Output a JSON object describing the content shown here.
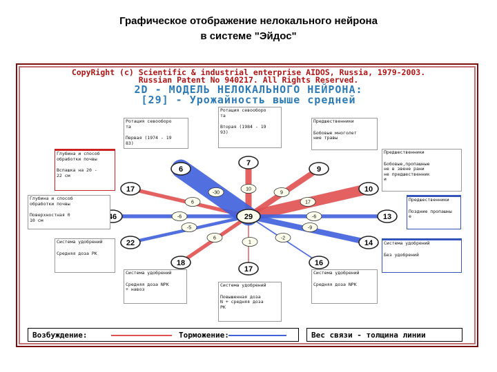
{
  "title_line1": "Графическое отображение нелокального нейрона",
  "title_line2": "в системе \"Эйдос\"",
  "header": {
    "copyright": "CopyRight (c) Scientific & industrial enterprise AIDOS, Russia, 1979-2003.",
    "patent": "Russian Patent No 940217. All Rights Reserved.",
    "model_title": "2D - МОДЕЛЬ НЕЛОКАЛЬНОГО НЕЙРОНА:",
    "neuron_name": "[29] - Урожайность выше средней"
  },
  "neuron": {
    "label": "29"
  },
  "colors": {
    "excite": "#e05050",
    "inhibit": "#4060dd",
    "node_border": "#222222",
    "node_fill": "#ffffee"
  },
  "factors": [
    {
      "label": "7"
    },
    {
      "label": "9"
    },
    {
      "label": "10"
    },
    {
      "label": "13"
    },
    {
      "label": "14"
    },
    {
      "label": "16"
    },
    {
      "label": "17"
    },
    {
      "label": "18"
    },
    {
      "label": "22"
    },
    {
      "label": "46"
    },
    {
      "label": "17"
    },
    {
      "label": "6"
    }
  ],
  "weights": [
    {
      "label": "10",
      "sign": "excite",
      "strength": 10
    },
    {
      "label": "9",
      "sign": "excite",
      "strength": 9
    },
    {
      "label": "17",
      "sign": "excite",
      "strength": 17
    },
    {
      "label": "-6",
      "sign": "inhibit",
      "strength": 6
    },
    {
      "label": "-9",
      "sign": "inhibit",
      "strength": 9
    },
    {
      "label": "-2",
      "sign": "inhibit",
      "strength": 2
    },
    {
      "label": "1",
      "sign": "excite",
      "strength": 1
    },
    {
      "label": "6",
      "sign": "excite",
      "strength": 6
    },
    {
      "label": "-5",
      "sign": "inhibit",
      "strength": 5
    },
    {
      "label": "-6",
      "sign": "inhibit",
      "strength": 6
    },
    {
      "label": "6",
      "sign": "excite",
      "strength": 6
    },
    {
      "label": "-30",
      "sign": "inhibit",
      "strength": 30
    }
  ],
  "boxes": [
    {
      "id": "b1",
      "lines": [
        "Ротация севооборо",
        "та"
      ],
      "lines2": [
        "Вторая (1984 - 19",
        "93)"
      ]
    },
    {
      "id": "b2",
      "lines": [
        "Ротация севооборо",
        "та"
      ],
      "lines2": [
        "Первая (1974 - 19",
        "83)"
      ]
    },
    {
      "id": "b3",
      "lines": [
        "Предшественники"
      ],
      "lines2": [
        "Бобовые многолет",
        "ние травы"
      ]
    },
    {
      "id": "b4",
      "lines": [
        "Глубина и способ",
        "обработки почвы"
      ],
      "lines2": [
        "Вспашка на 20 -",
        "22 см"
      ]
    },
    {
      "id": "b5",
      "lines": [
        "Предшественники"
      ],
      "lines2": [
        "Бобовые,пропашные",
        "не в звене рани",
        "не предшественник",
        "и"
      ]
    },
    {
      "id": "b6",
      "lines": [
        "Глубина и способ",
        "обработки почвы"
      ],
      "lines2": [
        "Поверхностная 0",
        "10 см"
      ]
    },
    {
      "id": "b7",
      "lines": [
        "Предшественники"
      ],
      "lines2": [
        "Поздние пропашны",
        "е"
      ]
    },
    {
      "id": "b8",
      "lines": [
        "Система удобрений"
      ],
      "lines2": [
        "Средняя доза РК"
      ]
    },
    {
      "id": "b9",
      "lines": [
        "Система удобрений"
      ],
      "lines2": [
        "Без удобрений"
      ]
    },
    {
      "id": "b10",
      "lines": [
        "Система удобрений"
      ],
      "lines2": [
        "Средняя доза NPK",
        "+ навоз"
      ]
    },
    {
      "id": "b11",
      "lines": [
        "Система удобрений"
      ],
      "lines2": [
        "Повышенная доза",
        "N + средняя доза",
        "PK"
      ]
    },
    {
      "id": "b12",
      "lines": [
        "Система удобрений"
      ],
      "lines2": [
        "Средняя доза NPK"
      ]
    }
  ],
  "legend": {
    "excite_label": "Возбуждение:",
    "inhibit_label": "Торможение:",
    "weight_note": "Вес связи - толщина линии"
  }
}
